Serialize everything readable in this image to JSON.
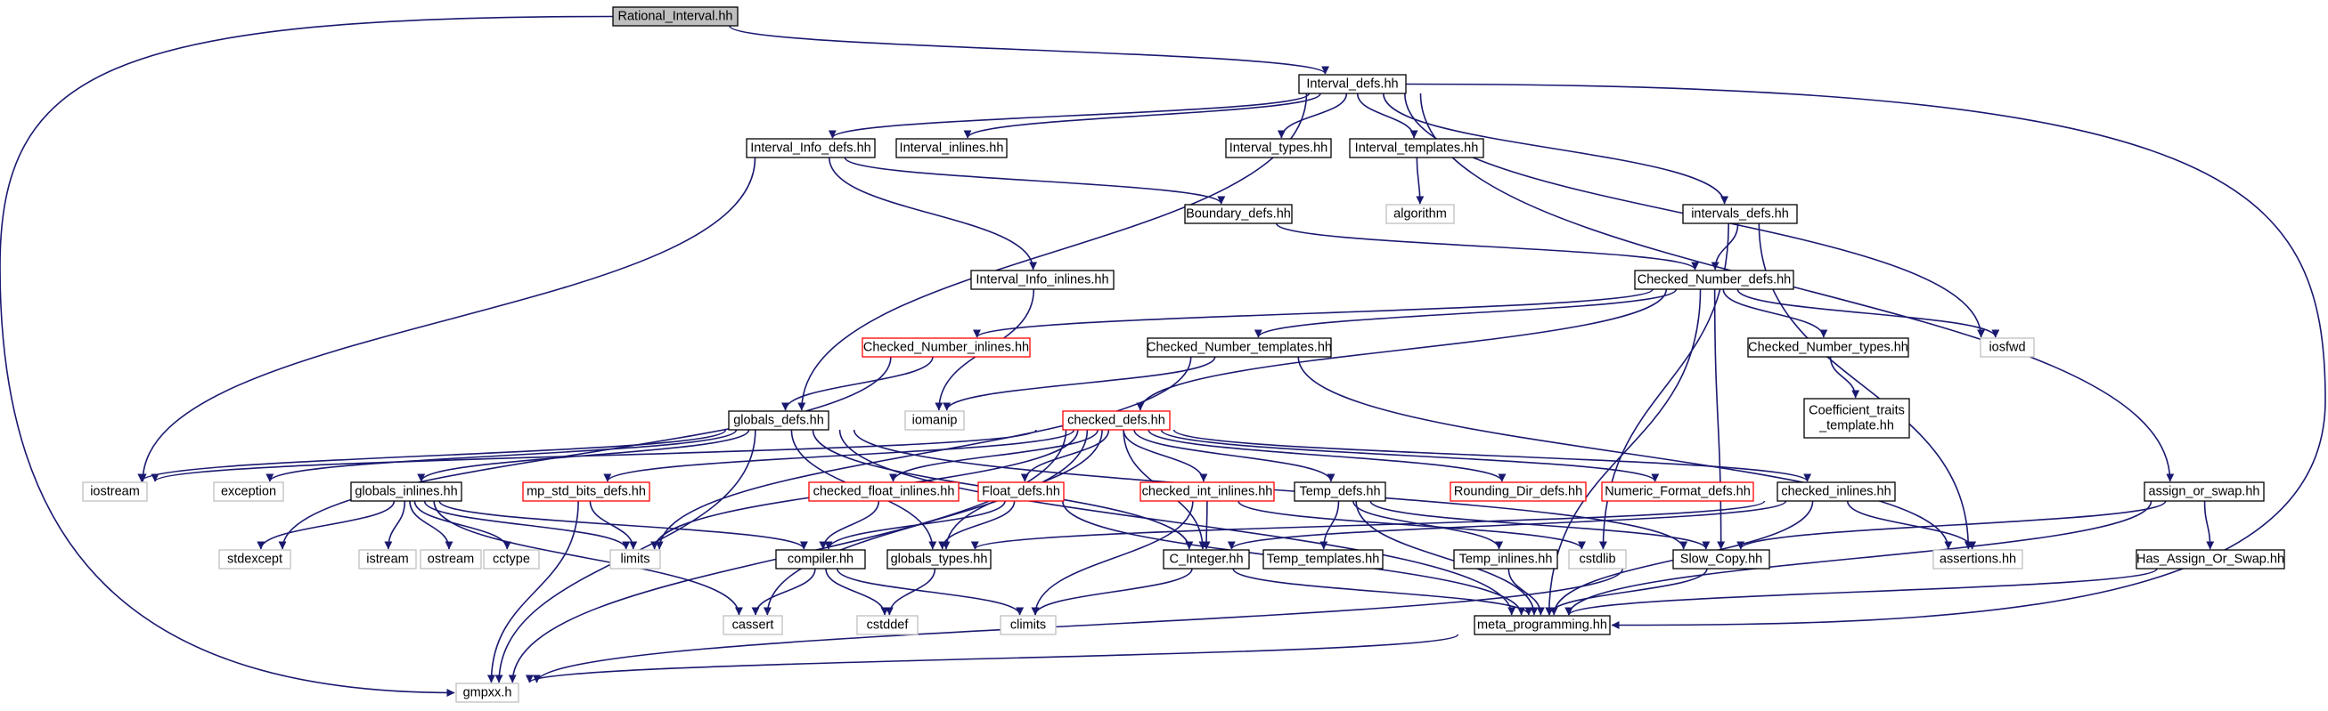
{
  "title": "Rational_Interval.hh",
  "colors": {
    "edge": "#191970",
    "normal_border": "#000000",
    "truncated_border": "#ff0000",
    "external_border": "#bfbfbf",
    "external_text": "#7f7f7f",
    "root_fill": "#bfbfbf"
  },
  "nodes": [
    {
      "id": "rational_interval",
      "label": "Rational_Interval.hh",
      "kind": "root"
    },
    {
      "id": "interval_defs",
      "label": "Interval_defs.hh",
      "kind": "normal"
    },
    {
      "id": "interval_info_defs",
      "label": "Interval_Info_defs.hh",
      "kind": "normal"
    },
    {
      "id": "interval_inlines",
      "label": "Interval_inlines.hh",
      "kind": "normal"
    },
    {
      "id": "interval_types",
      "label": "Interval_types.hh",
      "kind": "normal"
    },
    {
      "id": "interval_templates",
      "label": "Interval_templates.hh",
      "kind": "normal"
    },
    {
      "id": "algorithm",
      "label": "algorithm",
      "kind": "external"
    },
    {
      "id": "boundary_defs",
      "label": "Boundary_defs.hh",
      "kind": "normal"
    },
    {
      "id": "intervals_defs",
      "label": "intervals_defs.hh",
      "kind": "normal"
    },
    {
      "id": "interval_info_inlines",
      "label": "Interval_Info_inlines.hh",
      "kind": "normal"
    },
    {
      "id": "checked_number_defs",
      "label": "Checked_Number_defs.hh",
      "kind": "normal"
    },
    {
      "id": "checked_number_inlines",
      "label": "Checked_Number_inlines.hh",
      "kind": "truncated"
    },
    {
      "id": "checked_number_templates",
      "label": "Checked_Number_templates.hh",
      "kind": "normal"
    },
    {
      "id": "checked_number_types",
      "label": "Checked_Number_types.hh",
      "kind": "normal"
    },
    {
      "id": "iosfwd",
      "label": "iosfwd",
      "kind": "external"
    },
    {
      "id": "iomanip",
      "label": "iomanip",
      "kind": "external"
    },
    {
      "id": "coefficient_traits",
      "label": "Coefficient_traits\n_template.hh",
      "kind": "normal"
    },
    {
      "id": "globals_defs",
      "label": "globals_defs.hh",
      "kind": "normal"
    },
    {
      "id": "checked_defs",
      "label": "checked_defs.hh",
      "kind": "truncated"
    },
    {
      "id": "assign_or_swap",
      "label": "assign_or_swap.hh",
      "kind": "normal"
    },
    {
      "id": "iostream",
      "label": "iostream",
      "kind": "external"
    },
    {
      "id": "exception",
      "label": "exception",
      "kind": "external"
    },
    {
      "id": "globals_inlines",
      "label": "globals_inlines.hh",
      "kind": "normal"
    },
    {
      "id": "mp_std_bits_defs",
      "label": "mp_std_bits_defs.hh",
      "kind": "truncated"
    },
    {
      "id": "checked_float_inlines",
      "label": "checked_float_inlines.hh",
      "kind": "truncated"
    },
    {
      "id": "float_defs",
      "label": "Float_defs.hh",
      "kind": "truncated"
    },
    {
      "id": "checked_int_inlines",
      "label": "checked_int_inlines.hh",
      "kind": "truncated"
    },
    {
      "id": "temp_defs",
      "label": "Temp_defs.hh",
      "kind": "normal"
    },
    {
      "id": "rounding_dir_defs",
      "label": "Rounding_Dir_defs.hh",
      "kind": "truncated"
    },
    {
      "id": "numeric_format_defs",
      "label": "Numeric_Format_defs.hh",
      "kind": "truncated"
    },
    {
      "id": "checked_inlines",
      "label": "checked_inlines.hh",
      "kind": "normal"
    },
    {
      "id": "stdexcept",
      "label": "stdexcept",
      "kind": "external"
    },
    {
      "id": "istream",
      "label": "istream",
      "kind": "external"
    },
    {
      "id": "ostream",
      "label": "ostream",
      "kind": "external"
    },
    {
      "id": "cctype",
      "label": "cctype",
      "kind": "external"
    },
    {
      "id": "limits",
      "label": "limits",
      "kind": "external"
    },
    {
      "id": "compiler",
      "label": "compiler.hh",
      "kind": "normal"
    },
    {
      "id": "globals_types",
      "label": "globals_types.hh",
      "kind": "normal"
    },
    {
      "id": "c_integer",
      "label": "C_Integer.hh",
      "kind": "normal"
    },
    {
      "id": "temp_templates",
      "label": "Temp_templates.hh",
      "kind": "normal"
    },
    {
      "id": "temp_inlines",
      "label": "Temp_inlines.hh",
      "kind": "normal"
    },
    {
      "id": "cstdlib",
      "label": "cstdlib",
      "kind": "external"
    },
    {
      "id": "slow_copy",
      "label": "Slow_Copy.hh",
      "kind": "normal"
    },
    {
      "id": "assertions",
      "label": "assertions.hh",
      "kind": "external"
    },
    {
      "id": "has_assign_or_swap",
      "label": "Has_Assign_Or_Swap.hh",
      "kind": "normal"
    },
    {
      "id": "cassert",
      "label": "cassert",
      "kind": "external"
    },
    {
      "id": "cstddef",
      "label": "cstddef",
      "kind": "external"
    },
    {
      "id": "climits",
      "label": "climits",
      "kind": "external"
    },
    {
      "id": "meta_programming",
      "label": "meta_programming.hh",
      "kind": "normal"
    },
    {
      "id": "gmpxx",
      "label": "gmpxx.h",
      "kind": "external"
    }
  ],
  "edges": [
    [
      "rational_interval",
      "interval_defs"
    ],
    [
      "rational_interval",
      "gmpxx"
    ],
    [
      "interval_defs",
      "interval_info_defs"
    ],
    [
      "interval_defs",
      "interval_inlines"
    ],
    [
      "interval_defs",
      "interval_types"
    ],
    [
      "interval_defs",
      "interval_templates"
    ],
    [
      "interval_defs",
      "globals_defs"
    ],
    [
      "interval_defs",
      "intervals_defs"
    ],
    [
      "interval_defs",
      "iosfwd"
    ],
    [
      "interval_defs",
      "assign_or_swap"
    ],
    [
      "interval_defs",
      "meta_programming"
    ],
    [
      "interval_info_defs",
      "boundary_defs"
    ],
    [
      "interval_info_defs",
      "interval_info_inlines"
    ],
    [
      "interval_info_defs",
      "iostream"
    ],
    [
      "interval_templates",
      "algorithm"
    ],
    [
      "boundary_defs",
      "checked_number_defs"
    ],
    [
      "intervals_defs",
      "checked_number_defs"
    ],
    [
      "intervals_defs",
      "assertions"
    ],
    [
      "intervals_defs",
      "cstdlib"
    ],
    [
      "interval_info_inlines",
      "iomanip"
    ],
    [
      "checked_number_defs",
      "checked_number_inlines"
    ],
    [
      "checked_number_defs",
      "checked_number_templates"
    ],
    [
      "checked_number_defs",
      "checked_number_types"
    ],
    [
      "checked_number_defs",
      "iosfwd"
    ],
    [
      "checked_number_defs",
      "checked_defs"
    ],
    [
      "checked_number_defs",
      "slow_copy"
    ],
    [
      "checked_number_defs",
      "meta_programming"
    ],
    [
      "checked_number_inlines",
      "globals_defs"
    ],
    [
      "checked_number_inlines",
      "stdexcept"
    ],
    [
      "checked_number_templates",
      "iomanip"
    ],
    [
      "checked_number_templates",
      "assertions"
    ],
    [
      "checked_number_templates",
      "limits"
    ],
    [
      "checked_number_types",
      "coefficient_traits"
    ],
    [
      "globals_defs",
      "iostream"
    ],
    [
      "globals_defs",
      "exception"
    ],
    [
      "globals_defs",
      "globals_inlines"
    ],
    [
      "globals_defs",
      "globals_types"
    ],
    [
      "globals_defs",
      "c_integer"
    ],
    [
      "globals_defs",
      "meta_programming"
    ],
    [
      "globals_defs",
      "slow_copy"
    ],
    [
      "globals_defs",
      "gmpxx"
    ],
    [
      "checked_defs",
      "iostream"
    ],
    [
      "checked_defs",
      "mp_std_bits_defs"
    ],
    [
      "checked_defs",
      "checked_float_inlines"
    ],
    [
      "checked_defs",
      "float_defs"
    ],
    [
      "checked_defs",
      "checked_int_inlines"
    ],
    [
      "checked_defs",
      "temp_defs"
    ],
    [
      "checked_defs",
      "rounding_dir_defs"
    ],
    [
      "checked_defs",
      "numeric_format_defs"
    ],
    [
      "checked_defs",
      "checked_inlines"
    ],
    [
      "checked_defs",
      "cassert"
    ],
    [
      "checked_defs",
      "gmpxx"
    ],
    [
      "checked_defs",
      "limits"
    ],
    [
      "checked_defs",
      "globals_types"
    ],
    [
      "checked_defs",
      "c_integer"
    ],
    [
      "globals_inlines",
      "stdexcept"
    ],
    [
      "globals_inlines",
      "istream"
    ],
    [
      "globals_inlines",
      "ostream"
    ],
    [
      "globals_inlines",
      "cctype"
    ],
    [
      "globals_inlines",
      "limits"
    ],
    [
      "globals_inlines",
      "compiler"
    ],
    [
      "globals_inlines",
      "cassert"
    ],
    [
      "mp_std_bits_defs",
      "limits"
    ],
    [
      "mp_std_bits_defs",
      "gmpxx"
    ],
    [
      "checked_float_inlines",
      "compiler"
    ],
    [
      "float_defs",
      "compiler"
    ],
    [
      "float_defs",
      "globals_types"
    ],
    [
      "float_defs",
      "meta_programming"
    ],
    [
      "checked_int_inlines",
      "c_integer"
    ],
    [
      "checked_int_inlines",
      "climits"
    ],
    [
      "checked_int_inlines",
      "cstdlib"
    ],
    [
      "temp_defs",
      "temp_templates"
    ],
    [
      "temp_defs",
      "temp_inlines"
    ],
    [
      "temp_defs",
      "meta_programming"
    ],
    [
      "temp_defs",
      "slow_copy"
    ],
    [
      "checked_inlines",
      "c_integer"
    ],
    [
      "checked_inlines",
      "globals_types"
    ],
    [
      "checked_inlines",
      "assertions"
    ],
    [
      "checked_inlines",
      "meta_programming"
    ],
    [
      "compiler",
      "cassert"
    ],
    [
      "compiler",
      "cstddef"
    ],
    [
      "compiler",
      "climits"
    ],
    [
      "globals_types",
      "cstddef"
    ],
    [
      "c_integer",
      "meta_programming"
    ],
    [
      "c_integer",
      "climits"
    ],
    [
      "temp_inlines",
      "meta_programming"
    ],
    [
      "slow_copy",
      "meta_programming"
    ],
    [
      "slow_copy",
      "gmpxx"
    ],
    [
      "assign_or_swap",
      "has_assign_or_swap"
    ],
    [
      "assign_or_swap",
      "meta_programming"
    ],
    [
      "assign_or_swap",
      "slow_copy"
    ],
    [
      "has_assign_or_swap",
      "meta_programming"
    ],
    [
      "meta_programming",
      "gmpxx"
    ]
  ]
}
